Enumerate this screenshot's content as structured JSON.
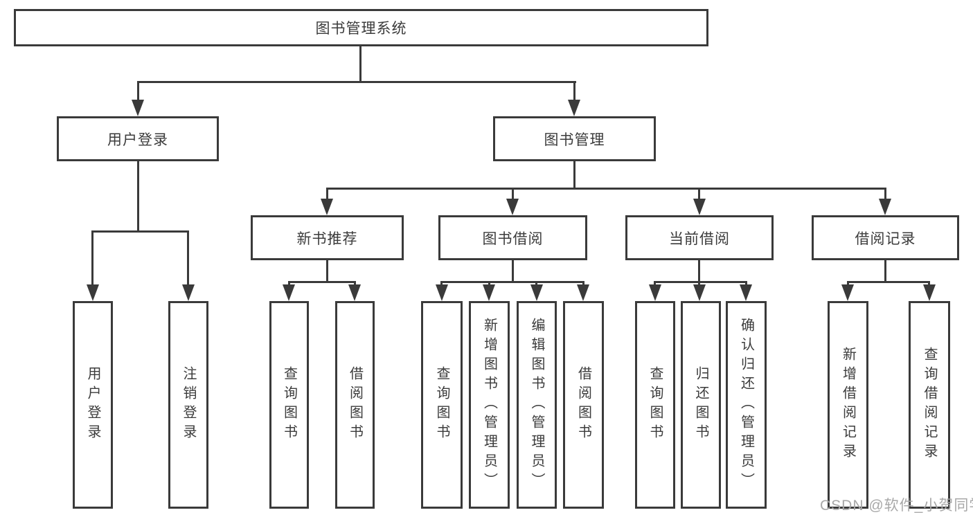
{
  "diagram": {
    "type": "tree",
    "root": {
      "label": "图书管理系统"
    },
    "level1": [
      {
        "id": "user-login",
        "label": "用户登录",
        "parent": "图书管理系统"
      },
      {
        "id": "book-management",
        "label": "图书管理",
        "parent": "图书管理系统"
      }
    ],
    "level2": [
      {
        "id": "new-book-recommend",
        "label": "新书推荐",
        "parent": "图书管理"
      },
      {
        "id": "book-borrowing",
        "label": "图书借阅",
        "parent": "图书管理"
      },
      {
        "id": "current-borrowing",
        "label": "当前借阅",
        "parent": "图书管理"
      },
      {
        "id": "borrowing-records",
        "label": "借阅记录",
        "parent": "图书管理"
      }
    ],
    "leaves": [
      {
        "label": "用户登录",
        "parent": "用户登录"
      },
      {
        "label": "注销登录",
        "parent": "用户登录"
      },
      {
        "label": "查询图书",
        "parent": "新书推荐"
      },
      {
        "label": "借阅图书",
        "parent": "新书推荐"
      },
      {
        "label": "查询图书",
        "parent": "图书借阅"
      },
      {
        "label": "新增图书（管理员）",
        "parent": "图书借阅"
      },
      {
        "label": "编辑图书（管理员）",
        "parent": "图书借阅"
      },
      {
        "label": "借阅图书",
        "parent": "图书借阅"
      },
      {
        "label": "查询图书",
        "parent": "当前借阅"
      },
      {
        "label": "归还图书",
        "parent": "当前借阅"
      },
      {
        "label": "确认归还（管理员）",
        "parent": "当前借阅"
      },
      {
        "label": "新增借阅记录",
        "parent": "借阅记录"
      },
      {
        "label": "查询借阅记录",
        "parent": "借阅记录"
      }
    ],
    "watermark": "CSDN @软件_小贺同学",
    "colors": {
      "line": "#3a3a3a",
      "text": "#3b3b3b",
      "watermark": "#a8a8a8",
      "background": "#ffffff"
    }
  }
}
